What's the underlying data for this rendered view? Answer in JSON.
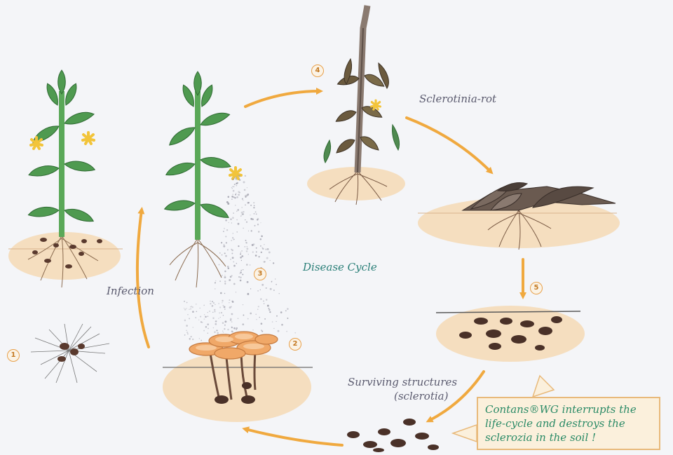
{
  "labels": {
    "infection": "Infection",
    "disease_cycle": "Disease Cycle",
    "sclerotinia_rot": "Sclerotinia-rot",
    "surviving_line1": "Surviving structures",
    "surviving_line2": "(sclerotia)"
  },
  "steps": [
    "1",
    "2",
    "3",
    "4",
    "5"
  ],
  "callout": {
    "text": "Contans®WG interrupts the life-cycle and destroys the sclerozia in the soil !"
  },
  "colors": {
    "arrow": "#f0a93f",
    "leaf": "#4f9a50",
    "stem": "#5aa858",
    "soil": "#f5d9b5",
    "flower": "#f2c43a",
    "sclerotia": "#5a3a2e",
    "apothecia": "#f0a868",
    "label_teal": "#2a7f78",
    "label_gray": "#5a5a6e"
  }
}
